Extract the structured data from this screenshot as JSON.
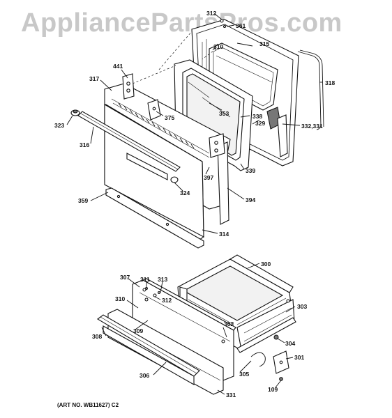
{
  "watermark": "AppliancePartsPros.com",
  "art_number": "(ART NO. WB11627) C2",
  "part_numbers": {
    "p312_top": "312",
    "p361": "361",
    "p310_top": "310",
    "p315": "315",
    "p318": "318",
    "p441": "441",
    "p317": "317",
    "p353": "353",
    "p338": "338",
    "p329": "329",
    "p332_331": "332,331",
    "p375": "375",
    "p323": "323",
    "p316": "316",
    "p339": "339",
    "p397": "397",
    "p324": "324",
    "p394": "394",
    "p359": "359",
    "p314": "314",
    "p300": "300",
    "p307": "307",
    "p311": "311",
    "p313": "313",
    "p312_bot": "312",
    "p310_bot": "310",
    "p303": "303",
    "p309": "309",
    "p302": "302",
    "p308": "308",
    "p304": "304",
    "p301": "301",
    "p306": "306",
    "p305": "305",
    "p109": "109",
    "p331_bot": "331"
  }
}
